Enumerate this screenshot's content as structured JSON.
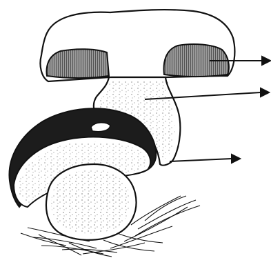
{
  "diagram": {
    "subject": "mushroom-illustration",
    "colors": {
      "ink": "#111111",
      "background": "#ffffff",
      "gill_fill": "#6a6a6a",
      "cap_dark": "#1c1c1c"
    },
    "arrows": [
      {
        "points_to": "cap-gills",
        "label": ""
      },
      {
        "points_to": "stem",
        "label": ""
      },
      {
        "points_to": "stem-base",
        "label": ""
      }
    ]
  }
}
